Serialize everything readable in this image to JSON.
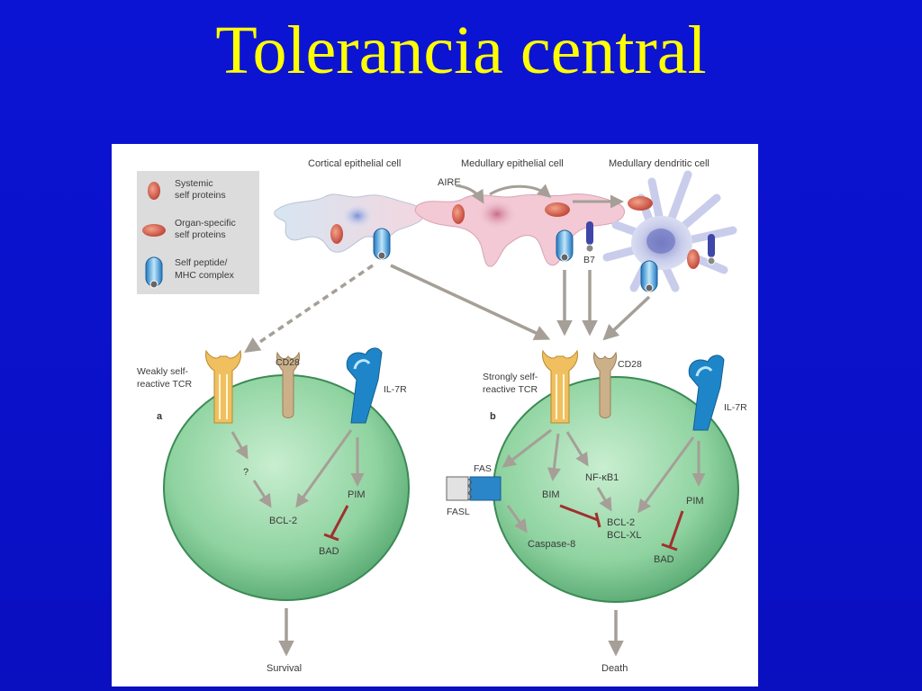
{
  "slide": {
    "title": "Tolerancia central"
  },
  "legend": {
    "systemic": [
      "Systemic",
      "self proteins"
    ],
    "organ_specific": [
      "Organ-specific",
      "self proteins"
    ],
    "mhc": [
      "Self peptide/",
      "MHC complex"
    ]
  },
  "cells": {
    "cortical": "Cortical epithelial cell",
    "medullary_epithelial": "Medullary epithelial cell",
    "medullary_dendritic": "Medullary dendritic cell",
    "aire": "AIRE",
    "b7": "B7"
  },
  "panel_a": {
    "letter": "a",
    "tcr": [
      "Weakly self-",
      "reactive TCR"
    ],
    "cd28": "CD28",
    "il7r": "IL-7R",
    "question": "?",
    "bcl2": "BCL-2",
    "pim": "PIM",
    "bad": "BAD",
    "outcome": "Survival"
  },
  "panel_b": {
    "letter": "b",
    "tcr": [
      "Strongly self-",
      "reactive TCR"
    ],
    "cd28": "CD28",
    "il7r": "IL-7R",
    "fas": "FAS",
    "fasl": "FASL",
    "bim": "BIM",
    "nfkb": "NF-κB1",
    "bcl2": "BCL-2",
    "bclxl": "BCL-XL",
    "caspase": "Caspase-8",
    "pim": "PIM",
    "bad": "BAD",
    "outcome": "Death"
  },
  "colors": {
    "background": "#0a10c8",
    "title": "#ffff00",
    "arrow": "#a59f97",
    "inhibit": "#a03030",
    "cell_green": "#8fd3a0",
    "tcr": "#f0c060",
    "cd28": "#cbb089",
    "il7r": "#1e86c8"
  }
}
